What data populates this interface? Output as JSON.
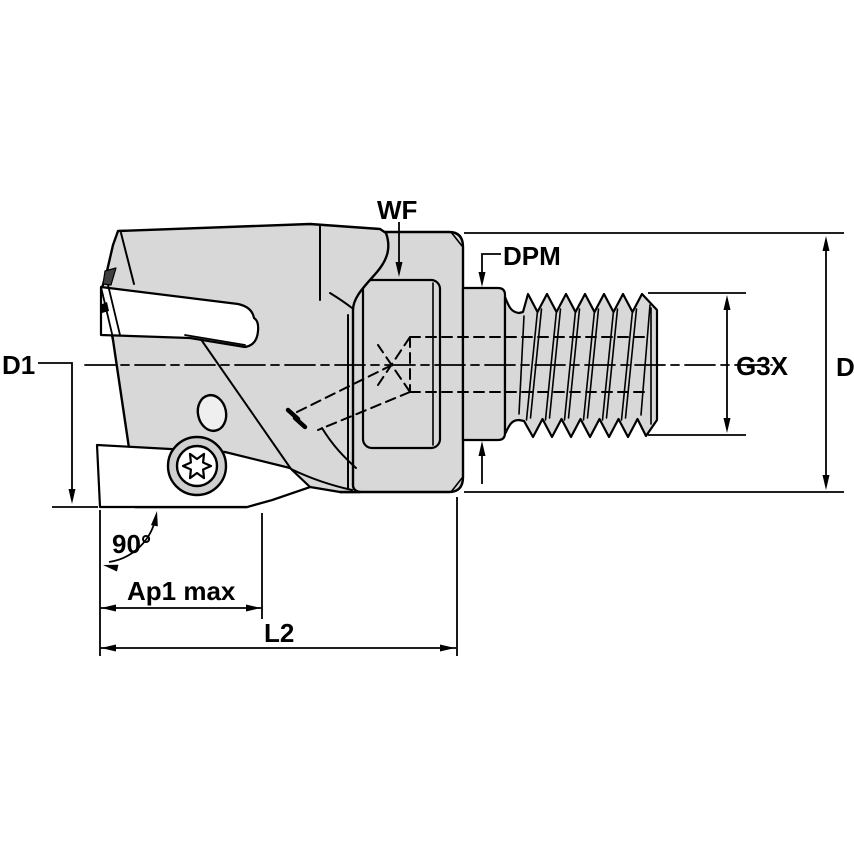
{
  "drawing": {
    "description": "technical-drawing-end-mill-side-view",
    "labels": {
      "wf": "WF",
      "dpm": "DPM",
      "d1": "D1",
      "g3x": "G3X",
      "d": "D",
      "angle": "90°",
      "ap1": "Ap1 max",
      "l2": "L2"
    },
    "colors": {
      "body_fill": "#d8d8d8",
      "line": "#000000",
      "background": "#ffffff",
      "hole_fill": "#efefef",
      "screw_ring_fill": "#cfcfcf"
    }
  }
}
